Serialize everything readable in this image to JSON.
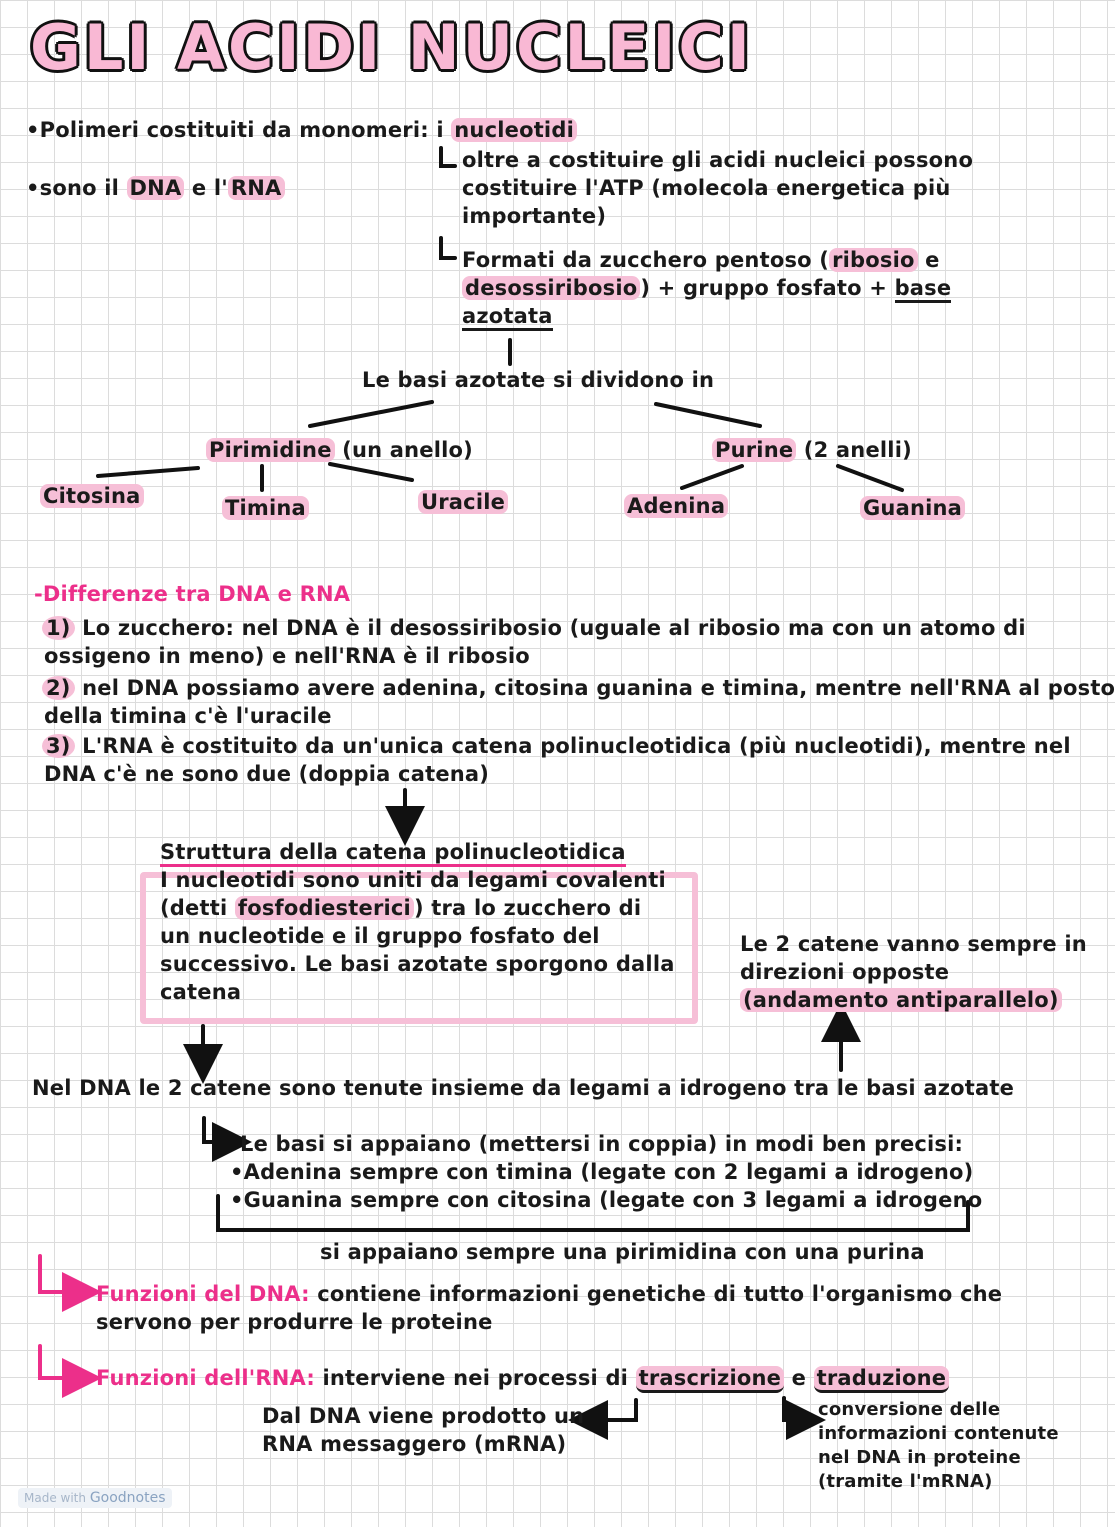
{
  "title": "GLI ACIDI NUCLEICI",
  "intro": {
    "line1": "•Polimeri costituiti da monomeri: i ",
    "line1_hl": "nucleotidi",
    "line2_a": "•sono il ",
    "line2_dna": "DNA",
    "line2_b": " e l'",
    "line2_rna": "RNA"
  },
  "nucleotidi": {
    "atp": [
      "oltre a costituire gli acidi nucleici possono",
      "costituire l'ATP (molecola energetica più",
      "importante)"
    ],
    "formati_a": "Formati da zucchero pentoso (",
    "ribosio": "ribosio",
    "formati_b": " e",
    "desossiribosio": "desossiribosio",
    "formati_c": ") + gruppo fosfato + ",
    "base": "base",
    "azotata": "azotata"
  },
  "basi": {
    "header": "Le basi azotate si dividono in",
    "pirimidine": "Pirimidine",
    "pirimidine_note": " (un anello)",
    "purine": "Purine",
    "purine_note": " (2 anelli)",
    "citosina": "Citosina",
    "timina": "Timina",
    "uracile": "Uracile",
    "adenina": "Adenina",
    "guanina": "Guanina"
  },
  "differenze": {
    "title": "-Differenze tra DNA e RNA",
    "n1": "1)",
    "d1": [
      " Lo zucchero: nel DNA è il desossiribosio (uguale al ribosio ma con un atomo di",
      "ossigeno in meno) e nell'RNA è il ribosio"
    ],
    "n2": "2)",
    "d2": [
      " nel DNA possiamo avere adenina, citosina guanina e timina, mentre nell'RNA al posto",
      "della timina c'è l'uracile"
    ],
    "n3": "3)",
    "d3": [
      " L'RNA è costituito da un'unica catena polinucleotidica (più nucleotidi), mentre nel",
      "DNA c'è ne sono due (doppia catena)"
    ]
  },
  "struttura": {
    "title": "Struttura della catena polinucleotidica",
    "l1": "I nucleotidi sono uniti da legami covalenti",
    "l2a": "(detti ",
    "l2hl": "fosfodiesterici",
    "l2b": ") tra lo zucchero di",
    "l3": "un nucleotide e il gruppo fosfato del",
    "l4": "successivo. Le basi azotate sporgono dalla",
    "l5": "catena"
  },
  "antiparallelo": [
    "Le 2 catene vanno sempre in",
    "direzioni opposte"
  ],
  "antiparallelo_hl": "(andamento antiparallelo)",
  "legami": "Nel DNA le 2 catene sono tenute insieme da legami a idrogeno tra le basi azotate",
  "appaiamento": [
    "Le basi si appaiano (mettersi in coppia) in modi ben precisi:",
    "•Adenina sempre con timina (legate con 2 legami a idrogeno)",
    "•Guanina sempre con citosina (legate con 3 legami a idrogeno"
  ],
  "pirimidina_purina": "si appaiano sempre una pirimidina con una purina",
  "funzioni_dna": {
    "label": "Funzioni del DNA:",
    "text": [
      " contiene informazioni genetiche di tutto l'organismo che",
      "servono per produrre le proteine"
    ]
  },
  "funzioni_rna": {
    "label": "Funzioni dell'RNA:",
    "text_a": " interviene nei processi di ",
    "trascrizione": "trascrizione",
    "e": " e ",
    "traduzione": "traduzione"
  },
  "mrna": [
    "Dal DNA viene prodotto un",
    "RNA messaggero (mRNA)"
  ],
  "conversione": [
    "conversione delle",
    "informazioni contenute",
    "nel DNA in proteine",
    "(tramite l'mRNA)"
  ],
  "watermark_small": "Made with",
  "watermark_big": "Goodnotes",
  "colors": {
    "accent": "#ec2f8a",
    "highlight": "#f6bfd7",
    "grid": "#dcdcdc"
  }
}
